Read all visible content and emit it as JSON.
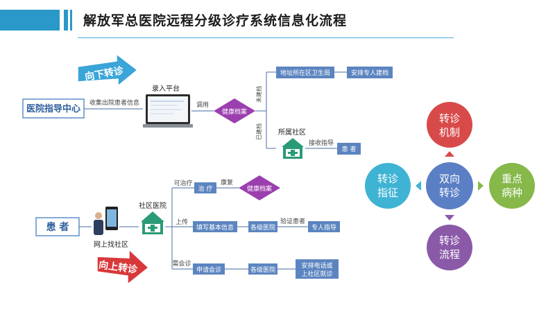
{
  "header": {
    "title": "解放军总医院远程分级诊疗系统信息化流程",
    "accent_color": "#2a98c9"
  },
  "top_flow": {
    "direction_label": "向下转诊",
    "hospital": "医院指导中心",
    "collect_label": "收集出院患者信息",
    "platform_label": "录入平台",
    "call_label": "调用",
    "archive_label": "健康档案",
    "not_built_label": "未建档",
    "built_label": "已建档",
    "district_health_bureau": "地址所在区卫生局",
    "arrange_archive": "安排专人建档",
    "community_label": "所属社区",
    "receive_guidance": "接收指导",
    "patient": "患 者"
  },
  "bottom_flow": {
    "direction_label": "向上转诊",
    "patient": "患 者",
    "online_label": "网上找社区",
    "community_hospital": "社区医院",
    "treatable_label": "可治疗",
    "treat": "治 疗",
    "recover_label": "康复",
    "archive_label": "健康档案",
    "upload_label": "上传",
    "fill_info": "填写基本信息",
    "hospitals_1": "各级医院",
    "verify_label": "验证患者",
    "expert_guidance": "专人指导",
    "consult_label": "需会诊",
    "apply_consult": "申请会诊",
    "hospitals_2": "各级医院",
    "arrange_line1": "安排电话或",
    "arrange_line2": "上社区就诊"
  },
  "mechanism": {
    "center": [
      "双向",
      "转诊"
    ],
    "top": [
      "转诊",
      "机制"
    ],
    "left": [
      "转诊",
      "指征"
    ],
    "right": [
      "重点",
      "病种"
    ],
    "bottom": [
      "转诊",
      "流程"
    ],
    "colors": {
      "center": "#5b7fc4",
      "top": "#d84a4a",
      "left": "#3fb3d4",
      "right": "#86b84a",
      "bottom": "#8a5aa8"
    }
  }
}
